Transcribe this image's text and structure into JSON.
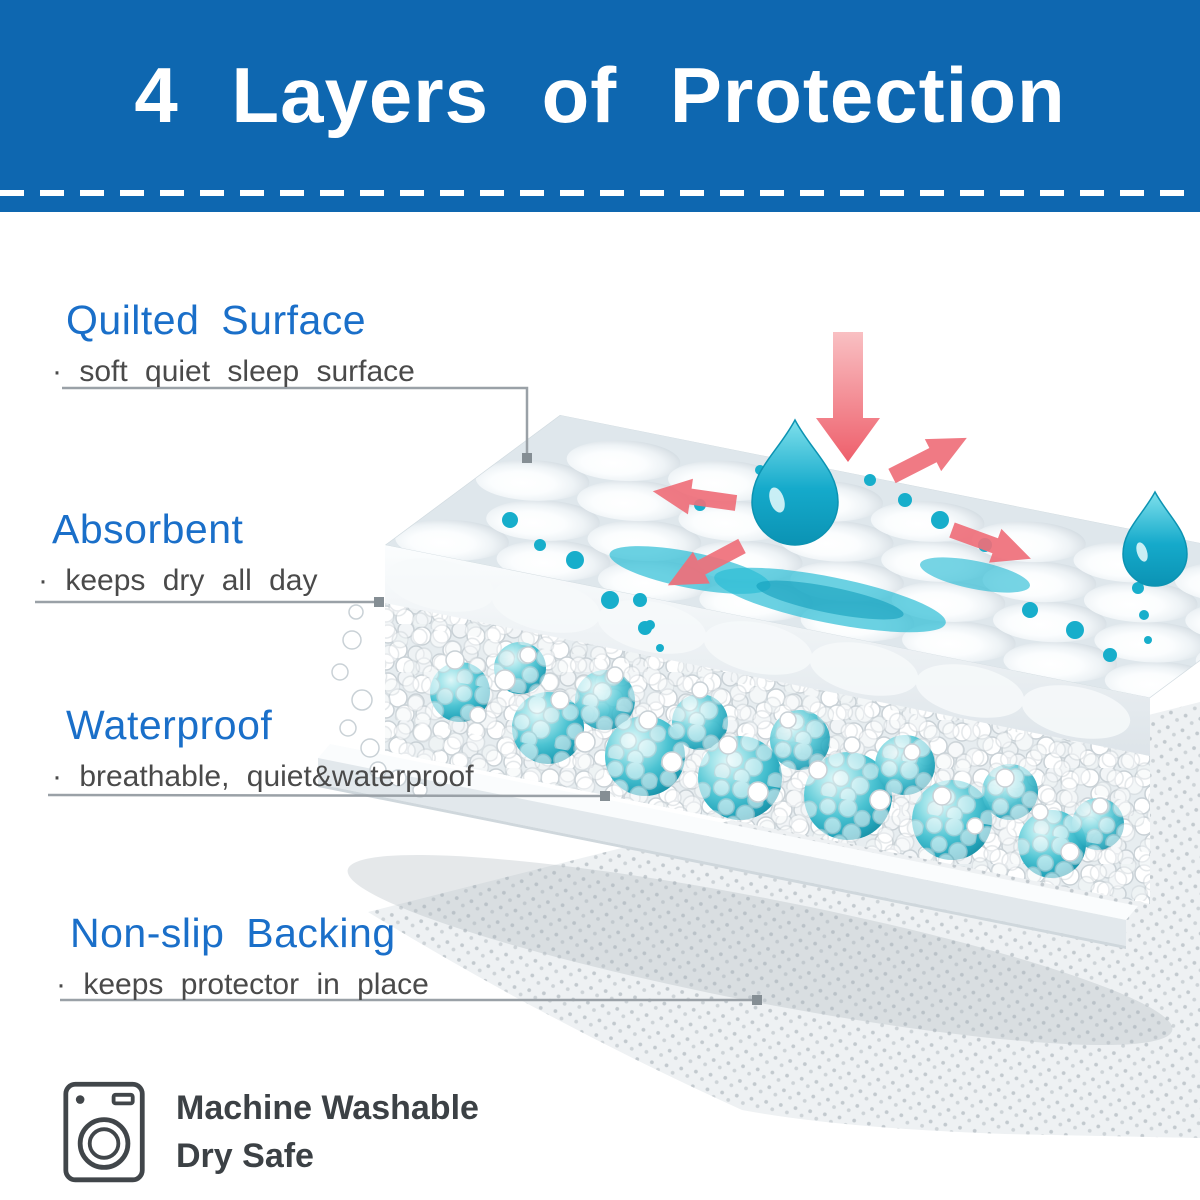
{
  "header": {
    "title": "4 Layers of Protection"
  },
  "callouts": [
    {
      "title": "Quilted Surface",
      "subtitle": "· soft quiet sleep surface"
    },
    {
      "title": "Absorbent",
      "subtitle": "· keeps dry all day"
    },
    {
      "title": "Waterproof",
      "subtitle": "· breathable, quiet&waterproof"
    },
    {
      "title": "Non-slip Backing",
      "subtitle": "· keeps protector in place"
    }
  ],
  "footer": {
    "line1": "Machine Washable",
    "line2": "Dry Safe",
    "icon": "washing-machine-icon"
  },
  "colors": {
    "header_blue": "#0e67b0",
    "accent_blue": "#1a6fc9",
    "subtext_gray": "#4a4a4a",
    "water_teal": "#18aac9",
    "arrow_pink": "#ef6f79"
  }
}
